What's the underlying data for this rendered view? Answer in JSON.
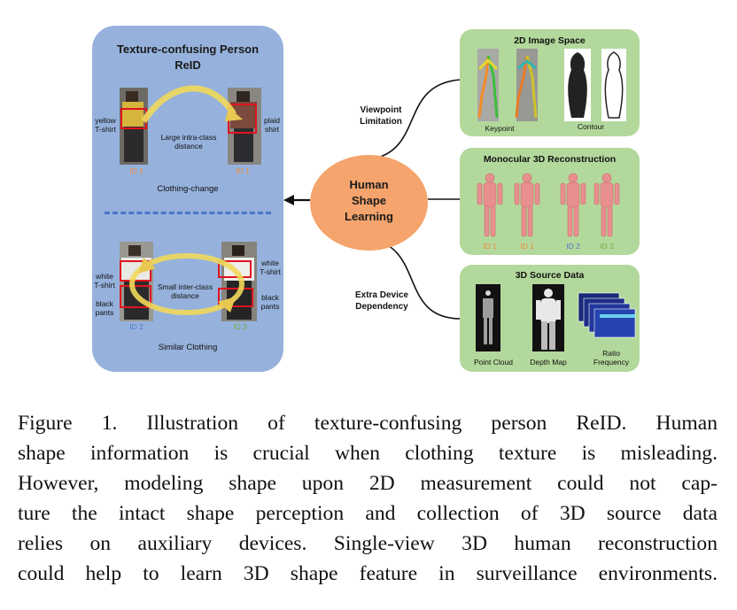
{
  "left_panel": {
    "title_line1": "Texture-confusing Person",
    "title_line2": "ReID",
    "top": {
      "label_left_1": "yellow",
      "label_left_2": "T-shirt",
      "label_right_1": "plaid",
      "label_right_2": "shirt",
      "center_1": "Large intra-class",
      "center_2": "distance",
      "id_left": "ID 1",
      "id_right": "ID 1",
      "caption": "Clothing-change"
    },
    "bottom": {
      "label_left_a1": "white",
      "label_left_a2": "T-shirt",
      "label_left_b1": "black",
      "label_left_b2": "pants",
      "label_right_a1": "white",
      "label_right_a2": "T-shirt",
      "label_right_b1": "black",
      "label_right_b2": "pants",
      "center_1": "Small inter-class",
      "center_2": "distance",
      "id_left": "ID 2",
      "id_right": "ID 3",
      "caption": "Similar Clothing"
    }
  },
  "center": {
    "line1": "Human",
    "line2": "Shape",
    "line3": "Learning",
    "upper_label_1": "Viewpoint",
    "upper_label_2": "Limitation",
    "lower_label_1": "Extra Device",
    "lower_label_2": "Dependency"
  },
  "right_panels": {
    "p1": {
      "title": "2D Image Space",
      "cap_a": "Keypoint",
      "cap_b": "Contour"
    },
    "p2": {
      "title": "Monocular 3D Reconstruction",
      "ids": [
        "ID 1",
        "ID 1",
        "ID 2",
        "ID 3"
      ]
    },
    "p3": {
      "title": "3D Source Data",
      "cap_a": "Point Cloud",
      "cap_b": "Depth Map",
      "cap_c1": "Ratio",
      "cap_c2": "Frequency"
    }
  },
  "caption_lines": [
    "Figure 1. Illustration of texture-confusing person ReID. Human",
    "shape information is crucial when clothing texture is misleading.",
    "However, modeling shape upon 2D measurement could not cap-",
    "ture the intact shape perception and collection of 3D source data",
    "relies on auxiliary devices. Single-view 3D human reconstruction",
    "could help to learn 3D shape feature in surveillance environments."
  ],
  "colors": {
    "left_panel": "#96b2dc",
    "right_panel": "#b3d89c",
    "ellipse": "#f4a46c",
    "id_orange": "#ef8b3a",
    "id_blue": "#4a78c8",
    "id_green": "#6fae4a",
    "red_box": "#e0141e",
    "arrow_yellow": "#f1d85a"
  }
}
